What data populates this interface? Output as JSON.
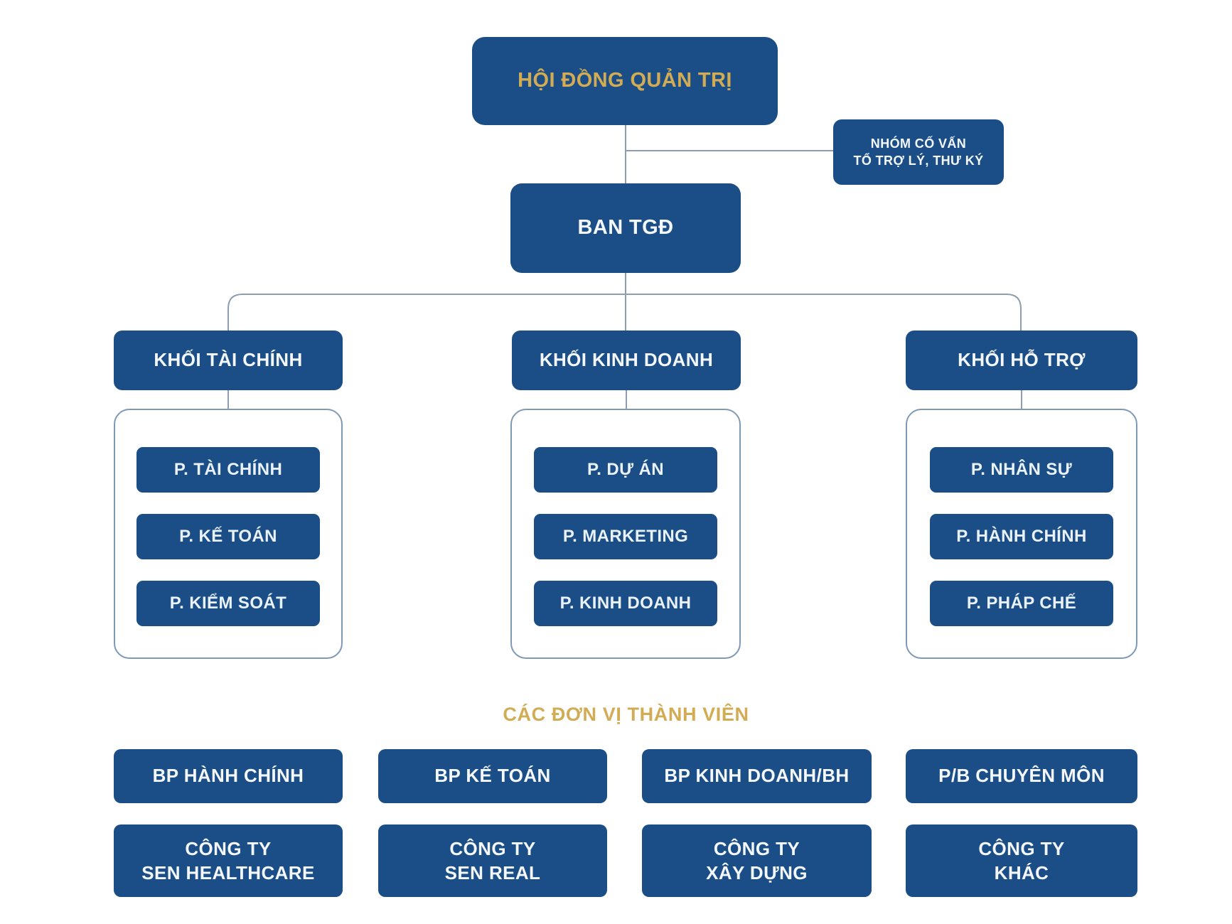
{
  "colors": {
    "box_blue": "#1B4E87",
    "gold_text": "#D2AC54",
    "white_text": "#F4F8FC",
    "connector_line": "#8E9DAF",
    "panel_outline": "#7E99B4",
    "background": "#FFFFFF"
  },
  "root": {
    "label": "HỘI ĐỒNG QUẢN TRỊ"
  },
  "advisory": {
    "line1": "NHÓM CỐ VẤN",
    "line2": "TỔ TRỢ LÝ, THƯ KÝ"
  },
  "ceo": {
    "label": "BAN TGĐ"
  },
  "divisions": [
    {
      "label": "KHỐI TÀI CHÍNH",
      "departments": [
        "P. TÀI CHÍNH",
        "P. KẾ TOÁN",
        "P. KIỂM SOÁT"
      ]
    },
    {
      "label": "KHỐI KINH DOANH",
      "departments": [
        "P. DỰ ÁN",
        "P. MARKETING",
        "P. KINH DOANH"
      ]
    },
    {
      "label": "KHỐI HỖ TRỢ",
      "departments": [
        "P. NHÂN SỰ",
        "P. HÀNH CHÍNH",
        "P. PHÁP CHẾ"
      ]
    }
  ],
  "members_section": {
    "title": "CÁC ĐƠN VỊ THÀNH VIÊN",
    "row1": [
      "BP HÀNH CHÍNH",
      "BP KẾ TOÁN",
      "BP KINH DOANH/BH",
      "P/B CHUYÊN MÔN"
    ],
    "row2": [
      {
        "line1": "CÔNG TY",
        "line2": "SEN HEALTHCARE"
      },
      {
        "line1": "CÔNG TY",
        "line2": "SEN REAL"
      },
      {
        "line1": "CÔNG TY",
        "line2": "XÂY DỰNG"
      },
      {
        "line1": "CÔNG TY",
        "line2": "KHÁC"
      }
    ]
  }
}
